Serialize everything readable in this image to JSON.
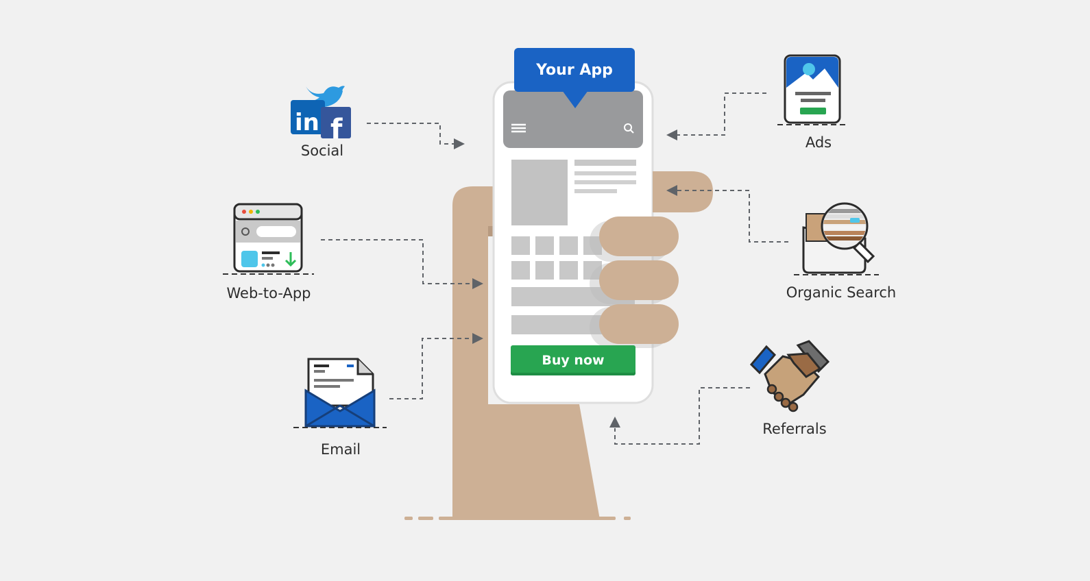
{
  "colors": {
    "background": "#f1f1f1",
    "hand": "#cdb095",
    "brand_blue": "#1a63c4",
    "buy_green": "#28a551",
    "phone_header": "#999a9c",
    "connector": "#5f6368"
  },
  "phone": {
    "app_label": "Your App",
    "buy_label": "Buy now",
    "icons": [
      "menu-icon",
      "search-icon"
    ]
  },
  "channels": [
    {
      "id": "social",
      "label": "Social",
      "icon": "social-icon",
      "side": "left"
    },
    {
      "id": "web",
      "label": "Web-to-App",
      "icon": "browser-icon",
      "side": "left"
    },
    {
      "id": "email",
      "label": "Email",
      "icon": "envelope-icon",
      "side": "left"
    },
    {
      "id": "ads",
      "label": "Ads",
      "icon": "ad-card-icon",
      "side": "right"
    },
    {
      "id": "search",
      "label": "Organic Search",
      "icon": "magnifier-folder-icon",
      "side": "right"
    },
    {
      "id": "referrals",
      "label": "Referrals",
      "icon": "handshake-icon",
      "side": "right"
    }
  ]
}
